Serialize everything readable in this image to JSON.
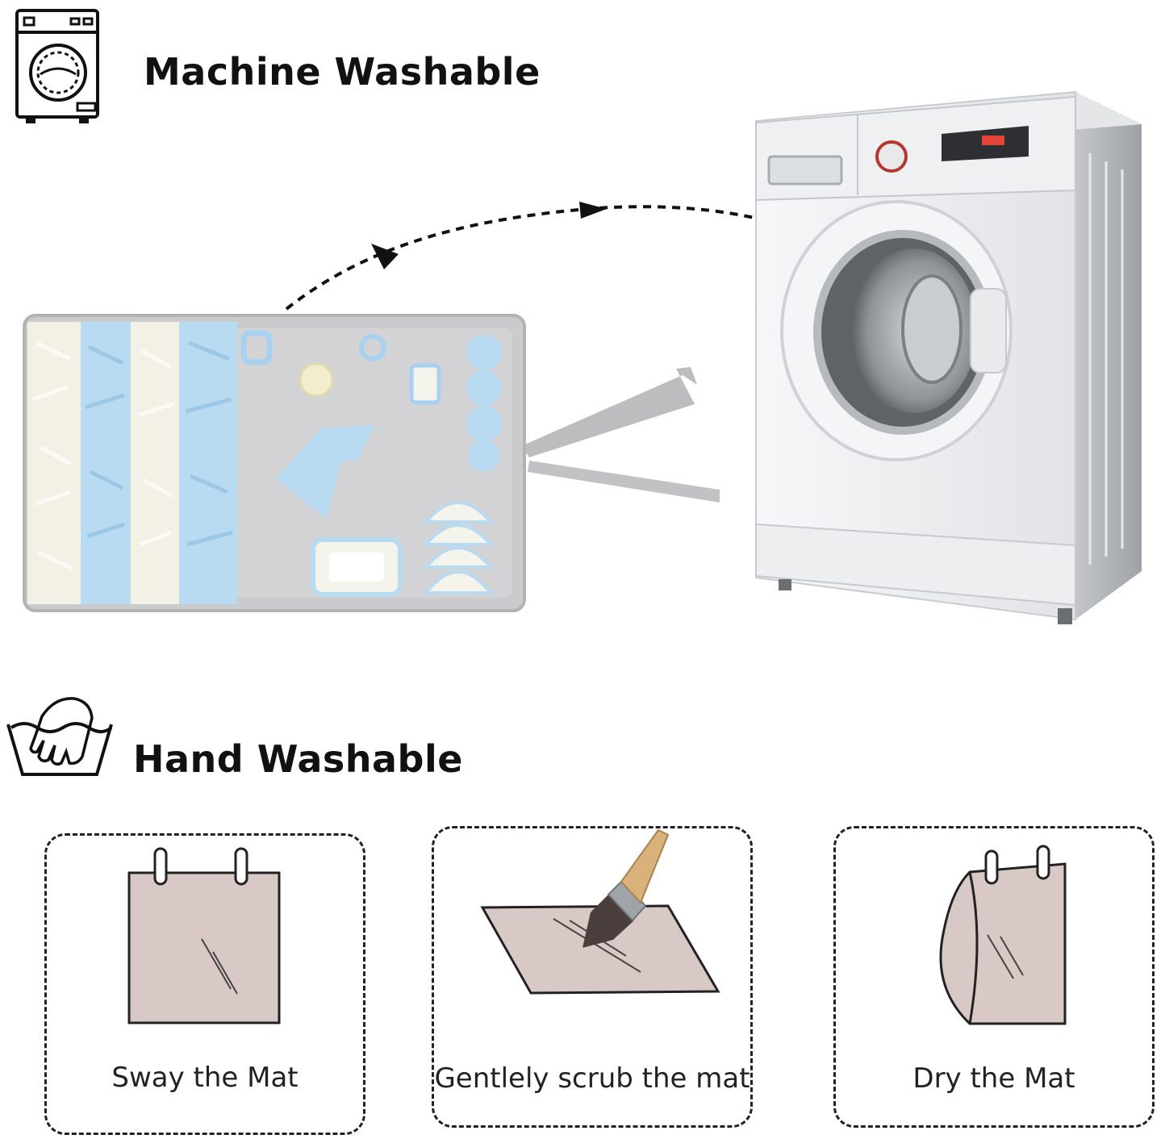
{
  "machine": {
    "heading": "Machine Washable",
    "icon": "washing-machine-icon"
  },
  "hand": {
    "heading": "Hand Washable",
    "icon": "hand-wash-icon"
  },
  "steps": [
    {
      "label": "Sway the Mat",
      "icon": "hanging-mat-icon"
    },
    {
      "label": "Gentlely scrub the mat",
      "icon": "scrub-brush-icon"
    },
    {
      "label": "Dry the Mat",
      "icon": "drying-mat-icon"
    }
  ],
  "colors": {
    "mat_gray": "#c9c9cb",
    "fleece_blue": "#b9dbf2",
    "fleece_white": "#f3f1e6",
    "card_fill": "#d9c9c6",
    "dash": "#222222"
  }
}
